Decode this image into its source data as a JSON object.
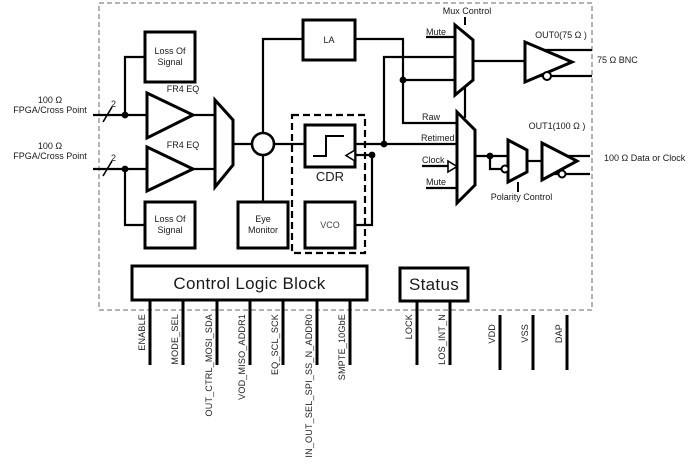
{
  "diagram": {
    "inputs": {
      "in0": {
        "impedance": "100 Ω",
        "source": "FPGA/Cross Point",
        "bus_width": "2"
      },
      "in1": {
        "impedance": "100 Ω",
        "source": "FPGA/Cross Point",
        "bus_width": "2"
      }
    },
    "blocks": {
      "los_top": {
        "line1": "Loss Of",
        "line2": "Signal"
      },
      "los_bottom": {
        "line1": "Loss Of",
        "line2": "Signal"
      },
      "fr4eq_top": {
        "label": "FR4 EQ"
      },
      "fr4eq_bottom": {
        "label": "FR4 EQ"
      },
      "la": {
        "label": "LA"
      },
      "cdr": {
        "label": "CDR"
      },
      "vco": {
        "label": "VCO"
      },
      "eye_monitor": {
        "line1": "Eye",
        "line2": "Monitor"
      },
      "control_logic": {
        "label": "Control Logic Block"
      },
      "status": {
        "label": "Status"
      }
    },
    "signals": {
      "mux_control": "Mux Control",
      "mute_out0": "Mute",
      "raw": "Raw",
      "retimed": "Retimed",
      "clock": "Clock",
      "mute_out1": "Mute",
      "polarity_control": "Polarity Control"
    },
    "outputs": {
      "out0": {
        "label": "OUT0(75 Ω )",
        "external": "75 Ω BNC"
      },
      "out1": {
        "label": "OUT1(100 Ω )",
        "external": "100 Ω Data or Clock"
      }
    },
    "pins": {
      "control": [
        "ENABLE",
        "MODE_SEL",
        "OUT_CTRL_MOSI_SDA",
        "VOD_MISO_ADDR1",
        "EQ_SCL_SCK",
        "IN_OUT_SEL_SPI_SS_N_ADDR0",
        "SMPTE_10GbE"
      ],
      "status": [
        "LOCK",
        "LOS_INT_N"
      ],
      "power": [
        "VDD",
        "VSS",
        "DAP"
      ]
    },
    "colors": {
      "line": "#000000",
      "chip_border": "#9c9c9c",
      "text": "#1a1a1a"
    }
  }
}
